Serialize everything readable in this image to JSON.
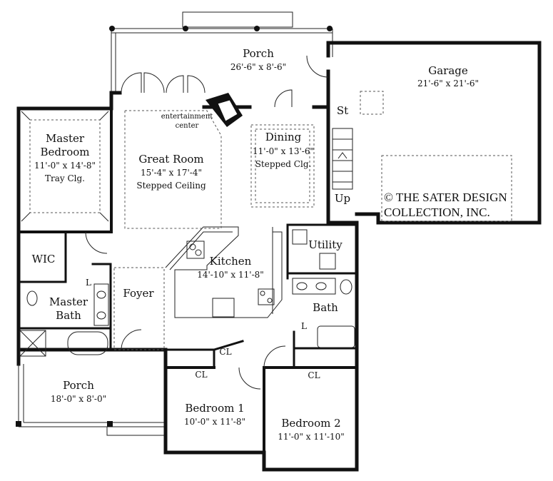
{
  "rooms": {
    "porch_top": {
      "name": "Porch",
      "dim": "26'-6\" x 8'-6\""
    },
    "garage": {
      "name": "Garage",
      "dim": "21'-6\" x 21'-6\""
    },
    "master_bedroom": {
      "name1": "Master",
      "name2": "Bedroom",
      "dim": "11'-0\" x 14'-8\"",
      "ceiling": "Tray Clg."
    },
    "entertainment": {
      "line1": "entertainment",
      "line2": "center"
    },
    "great_room": {
      "name": "Great Room",
      "dim": "15'-4\" x 17'-4\"",
      "ceiling": "Stepped Ceiling"
    },
    "dining": {
      "name": "Dining",
      "dim": "11'-0\" x 13'-6\"",
      "ceiling": "Stepped Clg."
    },
    "stair": {
      "st": "St",
      "up": "Up"
    },
    "wic": {
      "name": "WIC"
    },
    "kitchen": {
      "name": "Kitchen",
      "dim": "14'-10\" x 11'-8\""
    },
    "utility": {
      "name": "Utility"
    },
    "foyer": {
      "name": "Foyer"
    },
    "master_bath": {
      "name1": "Master",
      "name2": "Bath",
      "l": "L"
    },
    "bath": {
      "name": "Bath",
      "l": "L"
    },
    "closets": {
      "cl1": "CL",
      "cl2": "CL",
      "cl3": "CL"
    },
    "porch_bottom": {
      "name": "Porch",
      "dim": "18'-0\" x 8'-0\""
    },
    "bedroom1": {
      "name": "Bedroom 1",
      "dim": "10'-0\" x 11'-8\""
    },
    "bedroom2": {
      "name": "Bedroom 2",
      "dim": "11'-0\" x 11'-10\""
    }
  },
  "copyright": {
    "line1": "© THE SATER DESIGN",
    "line2": "COLLECTION, INC."
  }
}
